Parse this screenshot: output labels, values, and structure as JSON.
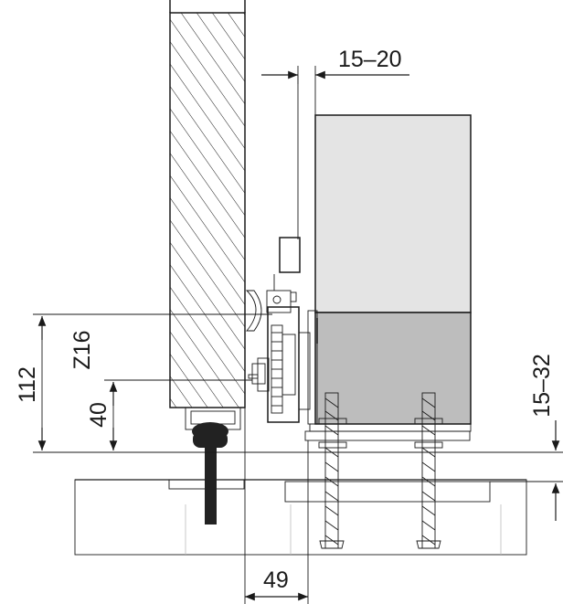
{
  "dimensions": {
    "gap_top": "15–20",
    "height_total": "112",
    "rack_z16": "Z16",
    "rack_height": "40",
    "adjust_range": "15–32",
    "offset_bottom": "49"
  },
  "colors": {
    "line": "#1a1a1a",
    "motor_upper": "#e4e4e4",
    "motor_lower": "#bdbdbd",
    "concrete": "#e6e6e6",
    "rail": "#202020",
    "plate": "#9e9e9e"
  }
}
